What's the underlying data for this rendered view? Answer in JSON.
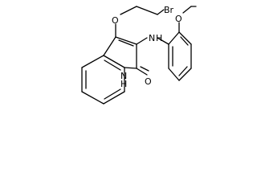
{
  "molecule": {
    "atoms": {
      "br": "Br",
      "o_ether": "O",
      "o_ethoxy": "O",
      "n_amide": "N",
      "h_amide": "H",
      "o_carbonyl": "O",
      "nh_label": "N",
      "nh_h": "H"
    }
  },
  "colors": {
    "bond": "#000000",
    "label": "#000000",
    "background": "#ffffff"
  }
}
